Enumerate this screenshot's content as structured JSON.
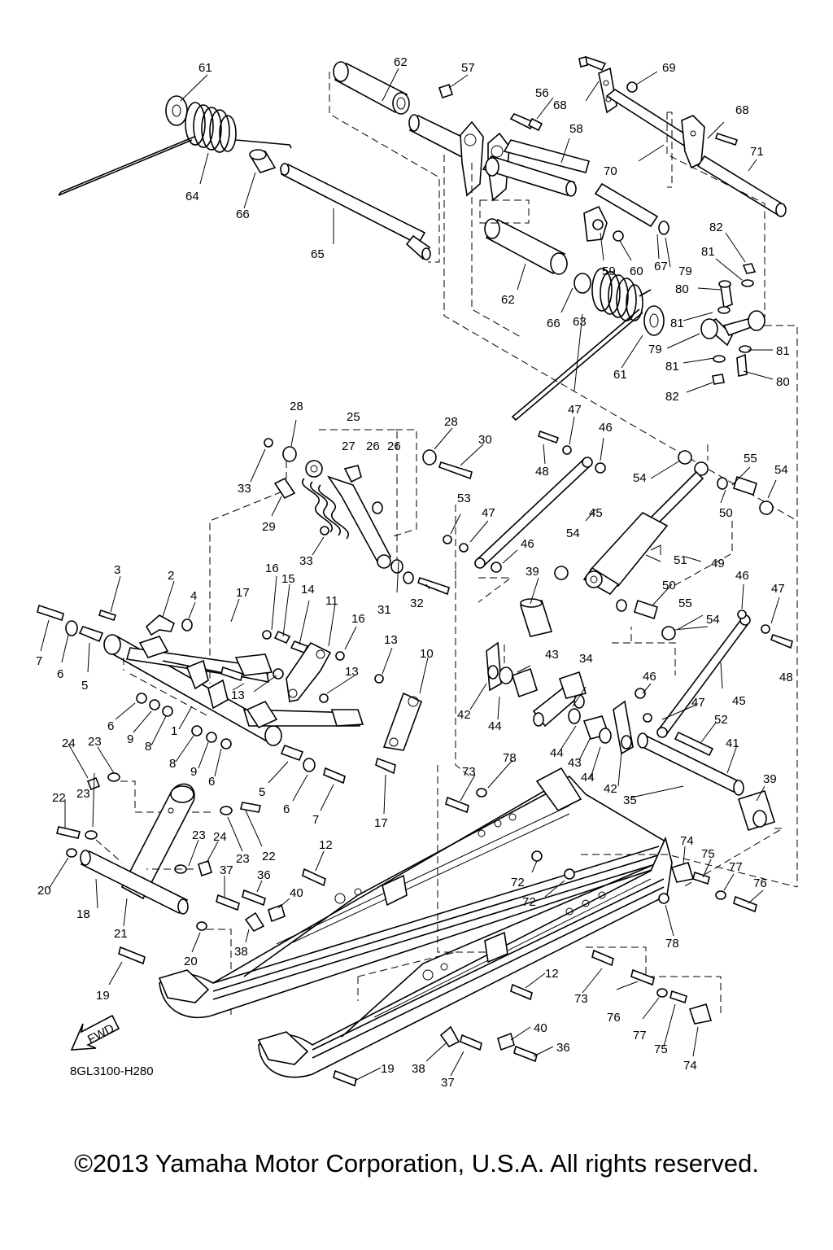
{
  "diagram": {
    "drawing_code": "8GL3100-H280",
    "fwd_label": "FWD",
    "callouts": [
      {
        "id": "c61a",
        "text": "61"
      },
      {
        "id": "c62a",
        "text": "62"
      },
      {
        "id": "c57",
        "text": "57"
      },
      {
        "id": "c69",
        "text": "69"
      },
      {
        "id": "c56",
        "text": "56"
      },
      {
        "id": "c68a",
        "text": "68"
      },
      {
        "id": "c68b",
        "text": "68"
      },
      {
        "id": "c58",
        "text": "58"
      },
      {
        "id": "c71",
        "text": "71"
      },
      {
        "id": "c70",
        "text": "70"
      },
      {
        "id": "c64",
        "text": "64"
      },
      {
        "id": "c66a",
        "text": "66"
      },
      {
        "id": "c65",
        "text": "65"
      },
      {
        "id": "c82a",
        "text": "82"
      },
      {
        "id": "c81a",
        "text": "81"
      },
      {
        "id": "c59",
        "text": "59"
      },
      {
        "id": "c60",
        "text": "60"
      },
      {
        "id": "c67",
        "text": "67"
      },
      {
        "id": "c79a",
        "text": "79"
      },
      {
        "id": "c80a",
        "text": "80"
      },
      {
        "id": "c62b",
        "text": "62"
      },
      {
        "id": "c66b",
        "text": "66"
      },
      {
        "id": "c63",
        "text": "63"
      },
      {
        "id": "c81b",
        "text": "81"
      },
      {
        "id": "c79b",
        "text": "79"
      },
      {
        "id": "c81c",
        "text": "81"
      },
      {
        "id": "c81d",
        "text": "81"
      },
      {
        "id": "c61b",
        "text": "61"
      },
      {
        "id": "c80b",
        "text": "80"
      },
      {
        "id": "c82b",
        "text": "82"
      },
      {
        "id": "c28a",
        "text": "28"
      },
      {
        "id": "c25",
        "text": "25"
      },
      {
        "id": "c28b",
        "text": "28"
      },
      {
        "id": "c27",
        "text": "27"
      },
      {
        "id": "c26a",
        "text": "26"
      },
      {
        "id": "c26b",
        "text": "26"
      },
      {
        "id": "c30",
        "text": "30"
      },
      {
        "id": "c47a",
        "text": "47"
      },
      {
        "id": "c46a",
        "text": "46"
      },
      {
        "id": "c33a",
        "text": "33"
      },
      {
        "id": "c48a",
        "text": "48"
      },
      {
        "id": "c55a",
        "text": "55"
      },
      {
        "id": "c54a",
        "text": "54"
      },
      {
        "id": "c54b",
        "text": "54"
      },
      {
        "id": "c53",
        "text": "53"
      },
      {
        "id": "c45a",
        "text": "45"
      },
      {
        "id": "c29",
        "text": "29"
      },
      {
        "id": "c47b",
        "text": "47"
      },
      {
        "id": "c50a",
        "text": "50"
      },
      {
        "id": "c33b",
        "text": "33"
      },
      {
        "id": "c46b",
        "text": "46"
      },
      {
        "id": "c54c",
        "text": "54"
      },
      {
        "id": "c51",
        "text": "51"
      },
      {
        "id": "c49",
        "text": "49"
      },
      {
        "id": "c3",
        "text": "3"
      },
      {
        "id": "c2",
        "text": "2"
      },
      {
        "id": "c16a",
        "text": "16"
      },
      {
        "id": "c15",
        "text": "15"
      },
      {
        "id": "c14",
        "text": "14"
      },
      {
        "id": "c11",
        "text": "11"
      },
      {
        "id": "c39a",
        "text": "39"
      },
      {
        "id": "c46c",
        "text": "46"
      },
      {
        "id": "c47c",
        "text": "47"
      },
      {
        "id": "c4",
        "text": "4"
      },
      {
        "id": "c17a",
        "text": "17"
      },
      {
        "id": "c31",
        "text": "31"
      },
      {
        "id": "c32",
        "text": "32"
      },
      {
        "id": "c50b",
        "text": "50"
      },
      {
        "id": "c55b",
        "text": "55"
      },
      {
        "id": "c54d",
        "text": "54"
      },
      {
        "id": "c16b",
        "text": "16"
      },
      {
        "id": "c48b",
        "text": "48"
      },
      {
        "id": "c7a",
        "text": "7"
      },
      {
        "id": "c6a",
        "text": "6"
      },
      {
        "id": "c5a",
        "text": "5"
      },
      {
        "id": "c13a",
        "text": "13"
      },
      {
        "id": "c13b",
        "text": "13"
      },
      {
        "id": "c10",
        "text": "10"
      },
      {
        "id": "c43a",
        "text": "43"
      },
      {
        "id": "c34",
        "text": "34"
      },
      {
        "id": "c13c",
        "text": "13"
      },
      {
        "id": "c42a",
        "text": "42"
      },
      {
        "id": "c46d",
        "text": "46"
      },
      {
        "id": "c45b",
        "text": "45"
      },
      {
        "id": "c44a",
        "text": "44"
      },
      {
        "id": "c47d",
        "text": "47"
      },
      {
        "id": "c6b",
        "text": "6"
      },
      {
        "id": "c9a",
        "text": "9"
      },
      {
        "id": "c8a",
        "text": "8"
      },
      {
        "id": "c1",
        "text": "1"
      },
      {
        "id": "c52",
        "text": "52"
      },
      {
        "id": "c24a",
        "text": "24"
      },
      {
        "id": "c23a",
        "text": "23"
      },
      {
        "id": "c8b",
        "text": "8"
      },
      {
        "id": "c9b",
        "text": "9"
      },
      {
        "id": "c6c",
        "text": "6"
      },
      {
        "id": "c44b",
        "text": "44"
      },
      {
        "id": "c41",
        "text": "41"
      },
      {
        "id": "c43b",
        "text": "43"
      },
      {
        "id": "c78a",
        "text": "78"
      },
      {
        "id": "c23b",
        "text": "23"
      },
      {
        "id": "c73a",
        "text": "73"
      },
      {
        "id": "c44c",
        "text": "44"
      },
      {
        "id": "c42b",
        "text": "42"
      },
      {
        "id": "c39b",
        "text": "39"
      },
      {
        "id": "c35",
        "text": "35"
      },
      {
        "id": "c5b",
        "text": "5"
      },
      {
        "id": "c6d",
        "text": "6"
      },
      {
        "id": "c7b",
        "text": "7"
      },
      {
        "id": "c17b",
        "text": "17"
      },
      {
        "id": "c22a",
        "text": "22"
      },
      {
        "id": "c22b",
        "text": "22"
      },
      {
        "id": "c23c",
        "text": "23"
      },
      {
        "id": "c23d",
        "text": "23"
      },
      {
        "id": "c24b",
        "text": "24"
      },
      {
        "id": "c12a",
        "text": "12"
      },
      {
        "id": "c74a",
        "text": "74"
      },
      {
        "id": "c75a",
        "text": "75"
      },
      {
        "id": "c77a",
        "text": "77"
      },
      {
        "id": "c20a",
        "text": "20"
      },
      {
        "id": "c37a",
        "text": "37"
      },
      {
        "id": "c36a",
        "text": "36"
      },
      {
        "id": "c72a",
        "text": "72"
      },
      {
        "id": "c72b",
        "text": "72"
      },
      {
        "id": "c76a",
        "text": "76"
      },
      {
        "id": "c18",
        "text": "18"
      },
      {
        "id": "c40a",
        "text": "40"
      },
      {
        "id": "c21",
        "text": "21"
      },
      {
        "id": "c38a",
        "text": "38"
      },
      {
        "id": "c78b",
        "text": "78"
      },
      {
        "id": "c20b",
        "text": "20"
      },
      {
        "id": "c19a",
        "text": "19"
      },
      {
        "id": "c12b",
        "text": "12"
      },
      {
        "id": "c73b",
        "text": "73"
      },
      {
        "id": "c76b",
        "text": "76"
      },
      {
        "id": "c77b",
        "text": "77"
      },
      {
        "id": "c75b",
        "text": "75"
      },
      {
        "id": "c74b",
        "text": "74"
      },
      {
        "id": "c40b",
        "text": "40"
      },
      {
        "id": "c36b",
        "text": "36"
      },
      {
        "id": "c38b",
        "text": "38"
      },
      {
        "id": "c19b",
        "text": "19"
      },
      {
        "id": "c37b",
        "text": "37"
      }
    ]
  },
  "footer": {
    "copyright": "©2013 Yamaha Motor Corporation, U.S.A. All rights reserved."
  }
}
